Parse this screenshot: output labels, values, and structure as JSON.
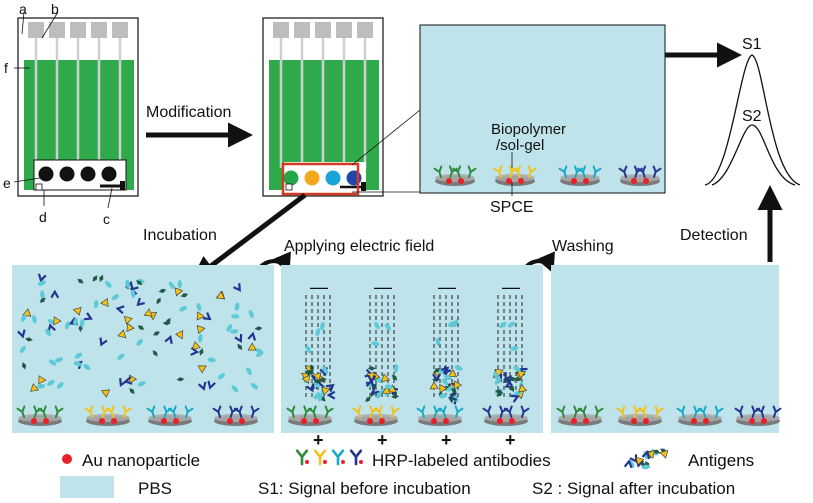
{
  "colors": {
    "pbs": "#bfe3ea",
    "chip_green": "#2eaa4a",
    "pad_gray": "#bdbdbd",
    "wire_gray": "#cfcfcf",
    "electrode_black": "#111111",
    "au_red": "#e8202a",
    "modified_electrodes": [
      "#22a84a",
      "#f5a81c",
      "#1aa3d9",
      "#2347a8"
    ],
    "highlight_red": "#d23b22",
    "antibody_green": "#2e8b3e",
    "antibody_yellow": "#f3c21a",
    "antibody_cyan": "#18a9c9",
    "antibody_navy": "#23358f",
    "antigen_teal": "#5ec9d8",
    "antigen_dark": "#1f5a48"
  },
  "chip": {
    "letters": {
      "a": "a",
      "b": "b",
      "c": "c",
      "d": "d",
      "e": "e",
      "f": "f"
    }
  },
  "steps": {
    "modification": "Modification",
    "incubation": "Incubation",
    "applying_field": "Applying electric field",
    "washing": "Washing",
    "detection": "Detection"
  },
  "zoom": {
    "biopolymer_line1": "Biopolymer",
    "biopolymer_line2": "/sol-gel",
    "spce": "SPCE"
  },
  "signals": {
    "s1": "S1",
    "s2": "S2"
  },
  "field": {
    "minus": "—",
    "plus": "+"
  },
  "legend": {
    "au": "Au nanoparticle",
    "hrp": "HRP-labeled antibodies",
    "antigens": "Antigens",
    "pbs": "PBS",
    "s1": "S1: Signal before incubation",
    "s2": "S2 : Signal after incubation"
  }
}
